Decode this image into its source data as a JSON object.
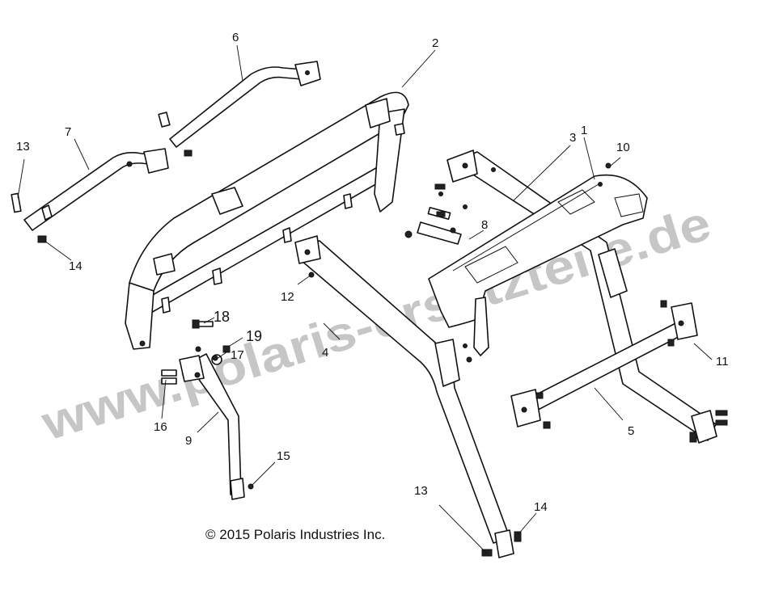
{
  "diagram": {
    "copyright": "© 2015 Polaris Industries Inc.",
    "watermark": "www.polaris-ersatzteile.de",
    "callouts": [
      {
        "id": "c1",
        "label": "1"
      },
      {
        "id": "c2",
        "label": "2"
      },
      {
        "id": "c3",
        "label": "3"
      },
      {
        "id": "c4",
        "label": "4"
      },
      {
        "id": "c5",
        "label": "5"
      },
      {
        "id": "c6",
        "label": "6"
      },
      {
        "id": "c7",
        "label": "7"
      },
      {
        "id": "c8",
        "label": "8"
      },
      {
        "id": "c9",
        "label": "9"
      },
      {
        "id": "c10",
        "label": "10"
      },
      {
        "id": "c11",
        "label": "11"
      },
      {
        "id": "c12",
        "label": "12"
      },
      {
        "id": "c13a",
        "label": "13"
      },
      {
        "id": "c13b",
        "label": "13"
      },
      {
        "id": "c14a",
        "label": "14"
      },
      {
        "id": "c14b",
        "label": "14"
      },
      {
        "id": "c15",
        "label": "15"
      },
      {
        "id": "c16",
        "label": "16"
      },
      {
        "id": "c17",
        "label": "17"
      },
      {
        "id": "c18",
        "label": "18"
      },
      {
        "id": "c19",
        "label": "19"
      }
    ]
  }
}
